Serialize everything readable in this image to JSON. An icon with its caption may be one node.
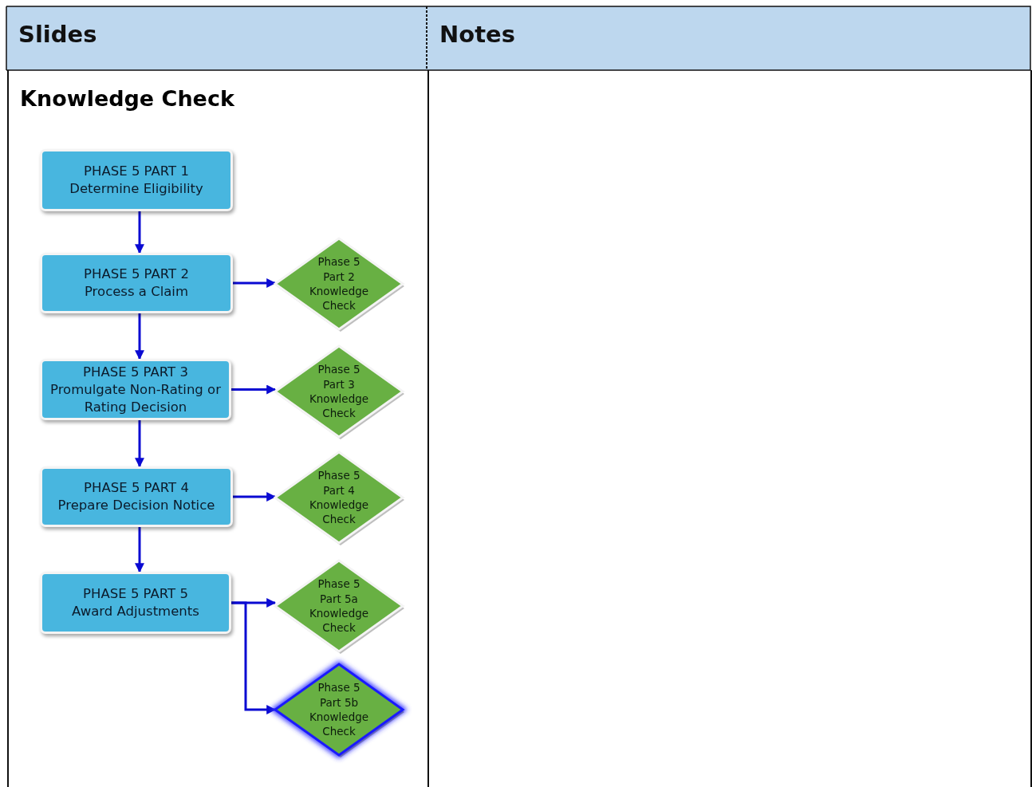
{
  "diagram": {
    "nodes": [
      {
        "text": [
          "PHASE 5 PART 1",
          "Determine Eligibility"
        ]
      },
      {
        "text": [
          "PHASE 5 PART 2",
          "Process a Claim"
        ]
      },
      {
        "text": [
          "Phase 5 Part 2 Knowledge Check"
        ]
      },
      {
        "text": [
          "PHASE 5 PART 3",
          "Promulgate Non-Rating or Rating Decision"
        ]
      },
      {
        "text": [
          "Phase 5 Part 3 Knowledge Check"
        ]
      },
      {
        "text": [
          "PHASE 5 PART 4",
          "Prepare Decision Notice"
        ]
      },
      {
        "text": [
          "Phase 5 Part 4 Knowledge Check"
        ]
      },
      {
        "text": [
          "PHASE 5 PART 5",
          "Award Adjustments"
        ]
      },
      {
        "text": [
          "Phase 5 Part 5a Knowledge Check"
        ]
      },
      {
        "text": [
          "Phase 5 Part 5b Knowledge Check"
        ]
      }
    ],
    "edges": [
      {
        "from": 0,
        "to": 1,
        "arrow": "to"
      },
      {
        "from": 1,
        "to": 2,
        "arrow": "to"
      },
      {
        "from": 1,
        "to": 3,
        "arrow": "to"
      },
      {
        "from": 3,
        "to": 4,
        "arrow": "to"
      },
      {
        "from": 3,
        "to": 5,
        "arrow": "to"
      },
      {
        "from": 5,
        "to": 6,
        "arrow": "to"
      },
      {
        "from": 5,
        "to": 7,
        "arrow": "to"
      },
      {
        "from": 7,
        "to": 8,
        "arrow": "to"
      },
      {
        "from": 7,
        "to": 9,
        "arrow": "to"
      }
    ],
    "labels": [
      "Slides",
      "Notes",
      "Knowledge Check"
    ]
  }
}
